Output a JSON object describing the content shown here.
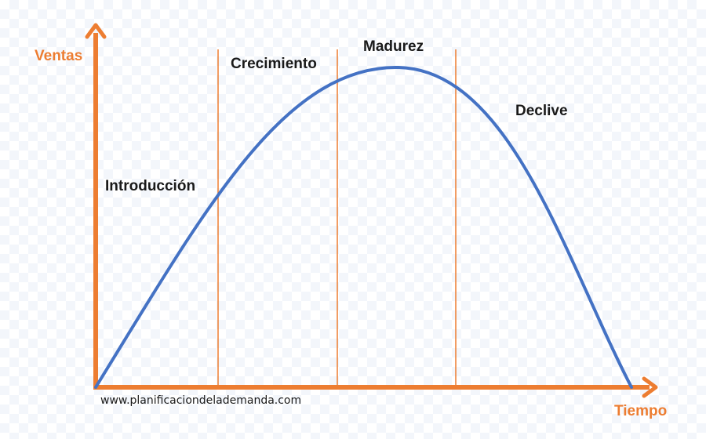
{
  "axes": {
    "y_label": "Ventas",
    "x_label": "Tiempo",
    "color": "#ed7d31"
  },
  "stages": [
    {
      "label": "Introducción"
    },
    {
      "label": "Crecimiento"
    },
    {
      "label": "Madurez"
    },
    {
      "label": "Declive"
    }
  ],
  "curve": {
    "color": "#4472c4"
  },
  "divider_color": "#ed7d31",
  "credit": "www.planificaciondelademanda.com"
}
